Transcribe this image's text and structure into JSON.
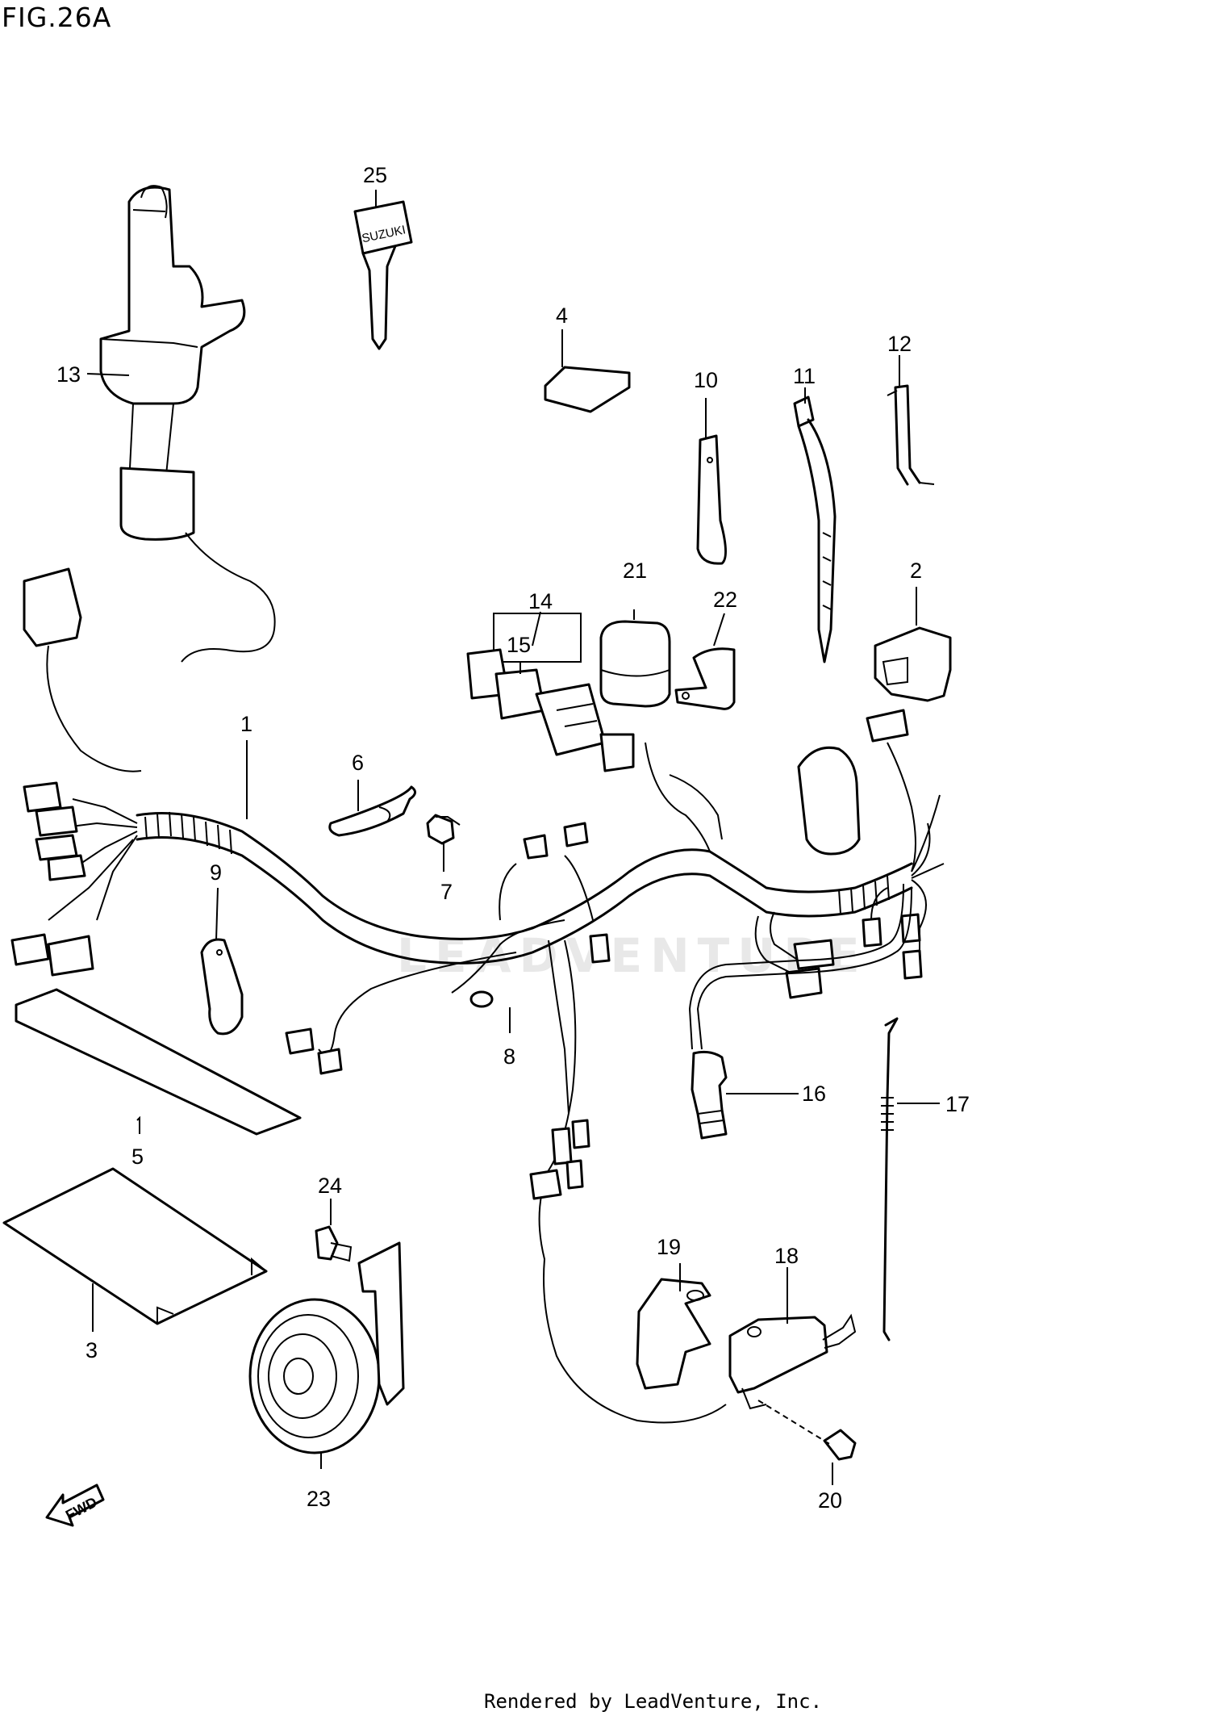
{
  "figure": {
    "title": "FIG.26A",
    "footer": "Rendered by LeadVenture, Inc.",
    "watermark": "LEADVENTURE",
    "fwd_label": "FWD",
    "key_brand": "SUZUKI"
  },
  "callouts": [
    {
      "id": "c1",
      "label": "1"
    },
    {
      "id": "c2",
      "label": "2"
    },
    {
      "id": "c3",
      "label": "3"
    },
    {
      "id": "c4",
      "label": "4"
    },
    {
      "id": "c5",
      "label": "5"
    },
    {
      "id": "c6",
      "label": "6"
    },
    {
      "id": "c7",
      "label": "7"
    },
    {
      "id": "c8",
      "label": "8"
    },
    {
      "id": "c9",
      "label": "9"
    },
    {
      "id": "c10",
      "label": "10"
    },
    {
      "id": "c11",
      "label": "11"
    },
    {
      "id": "c12",
      "label": "12"
    },
    {
      "id": "c13",
      "label": "13"
    },
    {
      "id": "c14",
      "label": "14"
    },
    {
      "id": "c15",
      "label": "15"
    },
    {
      "id": "c16",
      "label": "16"
    },
    {
      "id": "c17",
      "label": "17"
    },
    {
      "id": "c18",
      "label": "18"
    },
    {
      "id": "c19",
      "label": "19"
    },
    {
      "id": "c20",
      "label": "20"
    },
    {
      "id": "c21",
      "label": "21"
    },
    {
      "id": "c22",
      "label": "22"
    },
    {
      "id": "c23",
      "label": "23"
    },
    {
      "id": "c24",
      "label": "24"
    },
    {
      "id": "c25",
      "label": "25"
    }
  ]
}
